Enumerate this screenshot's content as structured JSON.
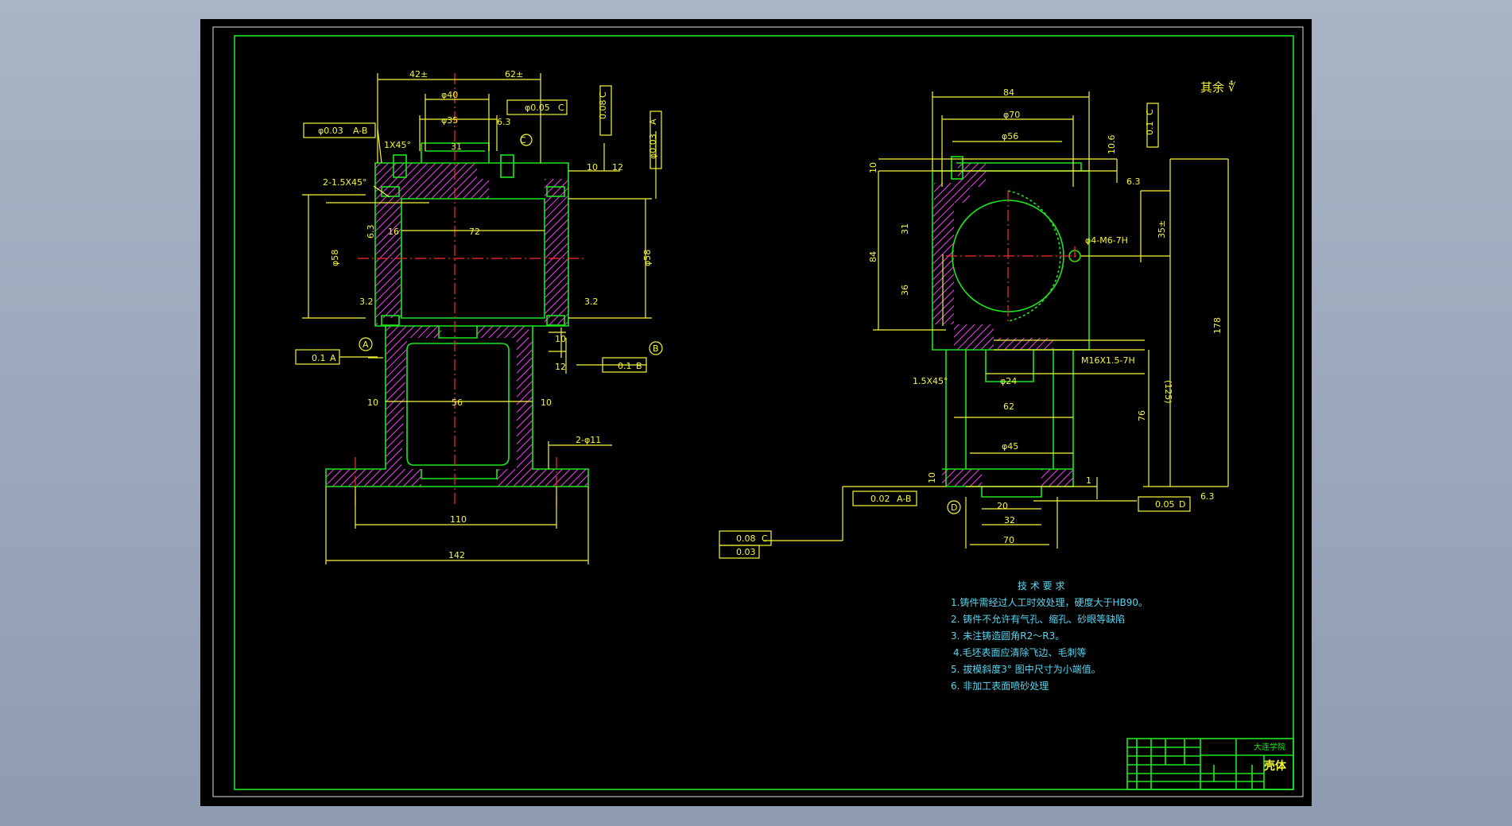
{
  "colors": {
    "background": "#a9b4c6",
    "canvas": "#000000",
    "frame": "#1ee61e",
    "dimension": "#f5f53a",
    "outline": "#1ee61e",
    "centerline": "#ff2a2a",
    "hatch": "#ff3cff",
    "notes": "#56d6f2"
  },
  "roughness_note": "其余 ∜",
  "left_view": {
    "dims": [
      "42±",
      "62±",
      "φ40",
      "φ35",
      "φ0.05",
      "C",
      "φ0.03",
      "A-B",
      "1X45°",
      "31",
      "6.3",
      "C",
      "10",
      "12",
      "0.08",
      "C",
      "φ0.03",
      "A",
      "2-1.5X45°",
      "16",
      "72",
      "6.3",
      "φ58",
      "φ58",
      "3.2",
      "3.2",
      "A",
      "B",
      "0.1",
      "A",
      "0.1",
      "B",
      "10",
      "12",
      "10",
      "56",
      "10",
      "2-φ11",
      "110",
      "142"
    ]
  },
  "right_view": {
    "dims": [
      "84",
      "φ70",
      "φ56",
      "0.1",
      "C",
      "10.6",
      "6.3",
      "10",
      "31",
      "84",
      "36",
      "35±",
      "φ4-M6-7H",
      "178",
      "1.5X45°",
      "M16X1.5-7H",
      "φ24",
      "(125)",
      "62",
      "76",
      "φ45",
      "10",
      "1",
      "0.02",
      "A-B",
      "D",
      "20",
      "0.05",
      "D",
      "32",
      "70",
      "6.3",
      "0.08",
      "C",
      "0.03"
    ]
  },
  "notes": {
    "title": "技 术 要 求",
    "items": [
      "1.铸件需经过人工时效处理，硬度大于HB90。",
      "2. 铸件不允许有气孔、缩孔、砂眼等缺陷",
      "3. 未注铸造圆角R2～R3。",
      "4.毛坯表面应清除飞边、毛刺等",
      "5. 拔模斜度3° 图中尺寸为小端值。",
      "6. 非加工表面喷砂处理"
    ]
  },
  "title_block": {
    "school": "大连学院",
    "part_name": "壳体"
  }
}
